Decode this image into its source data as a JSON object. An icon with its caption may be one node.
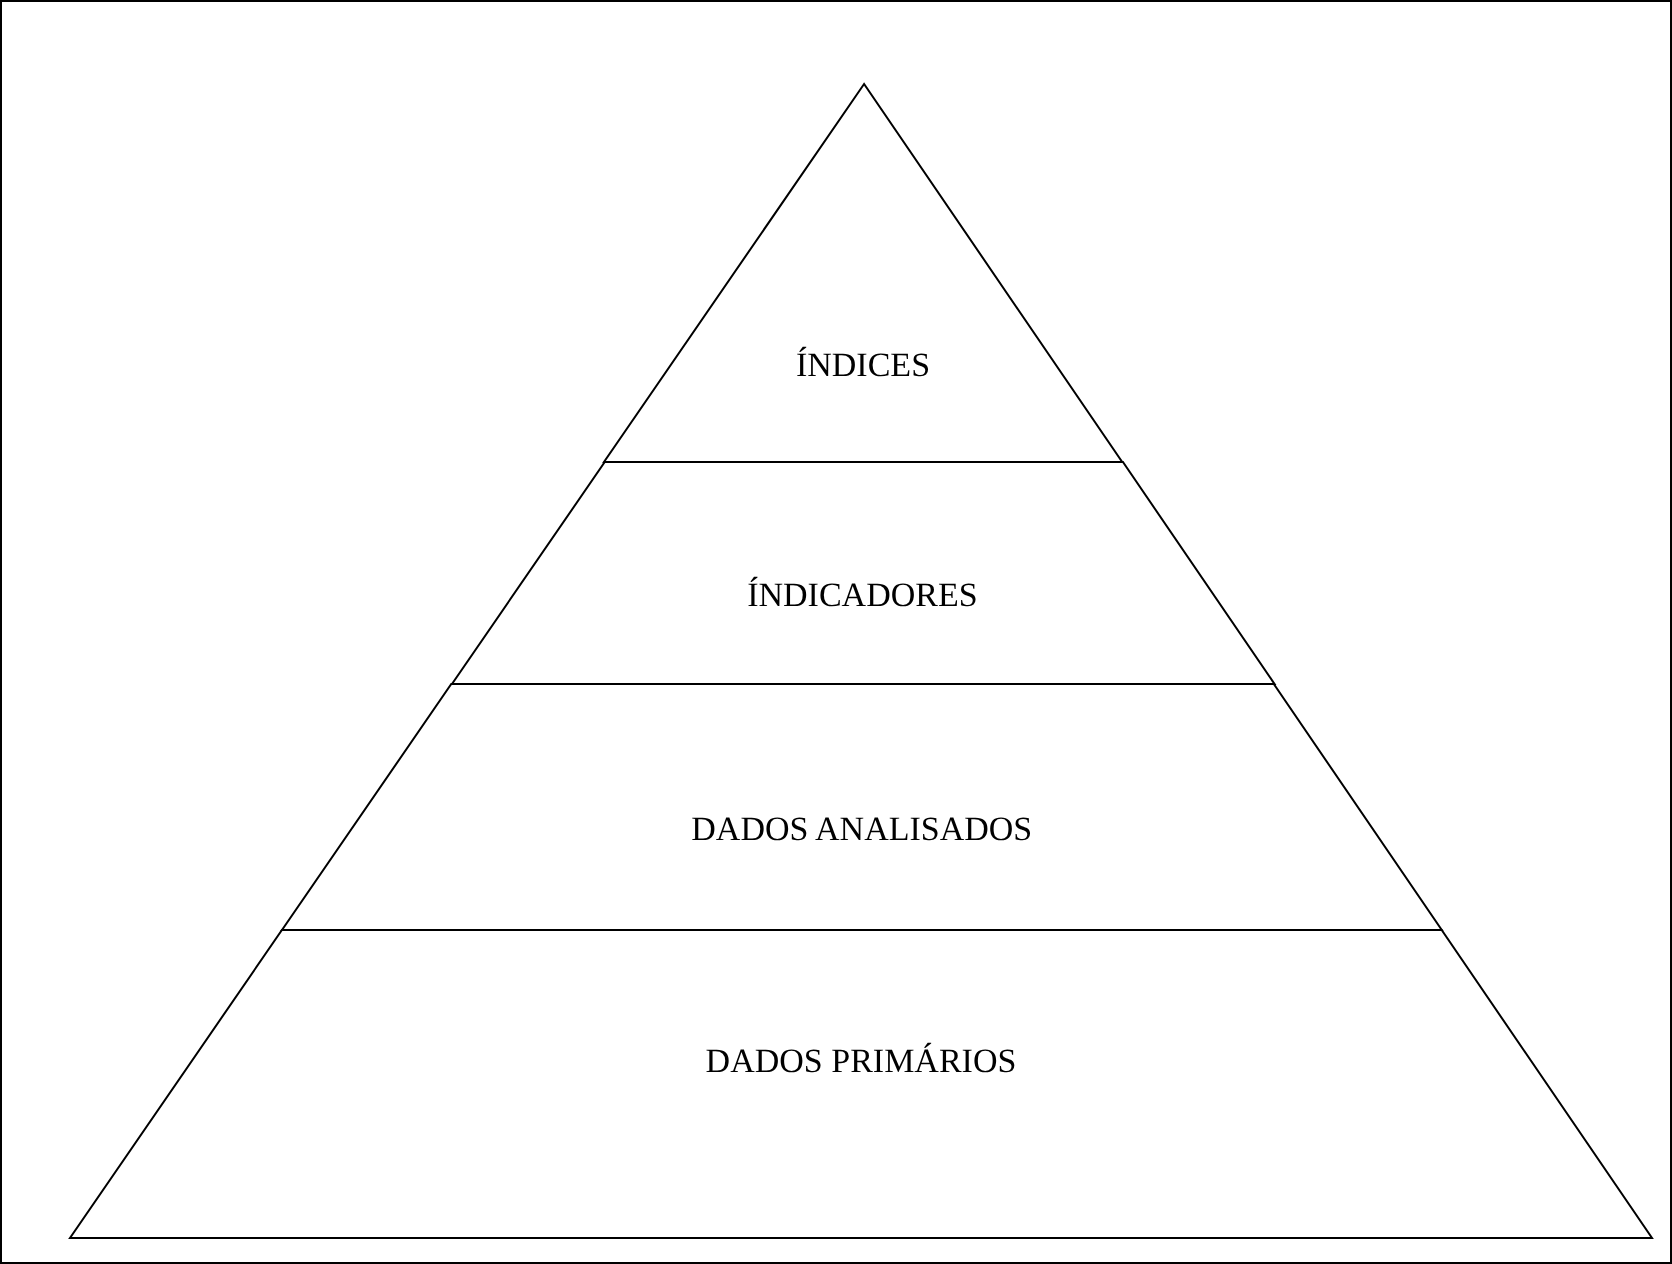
{
  "diagram": {
    "nodes": [
      {
        "text": [
          "ÍNDICES"
        ]
      },
      {
        "text": [
          "ÍNDICADORES"
        ]
      },
      {
        "text": [
          "DADOS ANALISADOS"
        ]
      },
      {
        "text": [
          "DADOS PRIMÁRIOS"
        ]
      }
    ],
    "edges": []
  }
}
